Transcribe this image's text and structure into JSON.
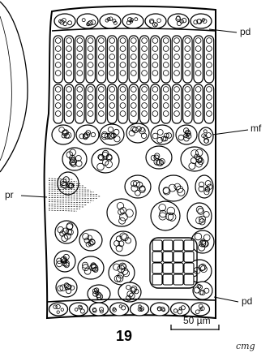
{
  "figure": {
    "number": "19",
    "scale_bar": {
      "label": "50 µm",
      "length_um": 50
    },
    "signature": "cmg"
  },
  "labels": [
    {
      "id": "pd-top",
      "text": "pd"
    },
    {
      "id": "mf",
      "text": "mf"
    },
    {
      "id": "pr",
      "text": "pr"
    },
    {
      "id": "pd-bottom",
      "text": "pd"
    }
  ],
  "colors": {
    "ink": "#000000",
    "paper": "#ffffff"
  }
}
